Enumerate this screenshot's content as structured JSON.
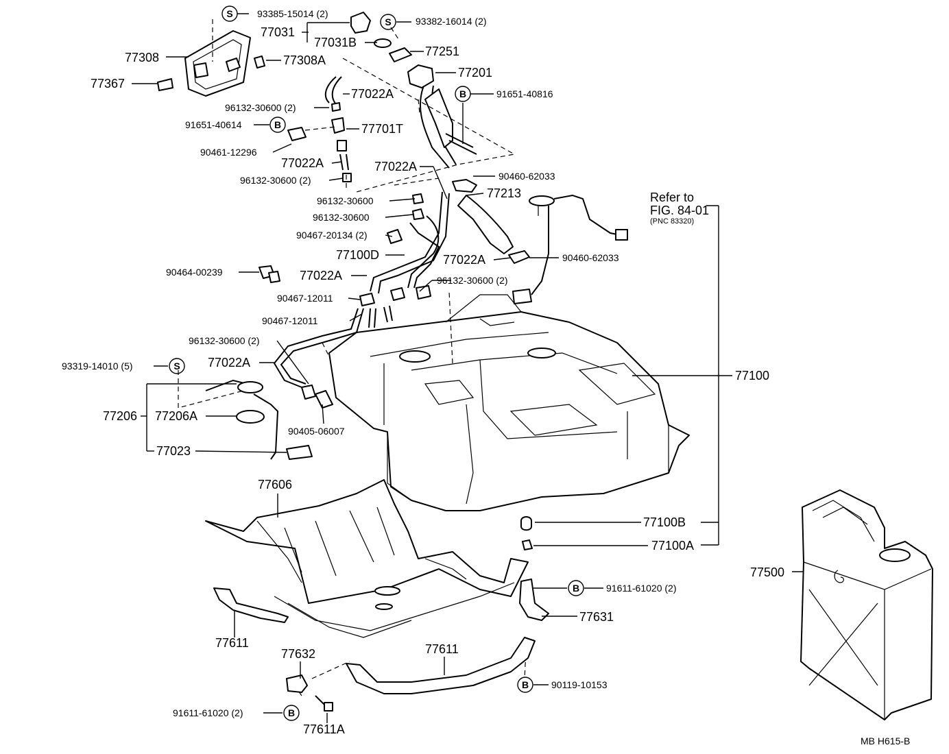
{
  "labels": {
    "p93385": "93385-15014 (2)",
    "p93382": "93382-16014 (2)",
    "p77031": "77031",
    "p77031b": "77031B",
    "p77251": "77251",
    "p77308": "77308",
    "p77308a": "77308A",
    "p77201": "77201",
    "p77367": "77367",
    "p77022a_1": "77022A",
    "p91651_40816": "91651-40816",
    "p96132_1": "96132-30600 (2)",
    "p91651_40614": "91651-40614",
    "p77701t": "77701T",
    "p90461": "90461-12296",
    "p77022a_2": "77022A",
    "p77022a_3": "77022A",
    "p90460_1": "90460-62033",
    "p96132_2": "96132-30600 (2)",
    "p77213": "77213",
    "p96132_3": "96132-30600",
    "p96132_4": "96132-30600",
    "p90467_20134": "90467-20134 (2)",
    "p77100d": "77100D",
    "p77022a_4": "77022A",
    "p90460_2": "90460-62033",
    "p90464": "90464-00239",
    "p77022a_5": "77022A",
    "p96132_5": "96132-30600 (2)",
    "p90467_12011_1": "90467-12011",
    "p90467_12011_2": "90467-12011",
    "p96132_6": "96132-30600 (2)",
    "p77022a_6": "77022A",
    "p93319": "93319-14010 (5)",
    "p77100": "77100",
    "p77206": "77206",
    "p77206a": "77206A",
    "p90405": "90405-06007",
    "p77023": "77023",
    "p77606": "77606",
    "p77100b": "77100B",
    "p77100a": "77100A",
    "p91611_1": "91611-61020 (2)",
    "p77631": "77631",
    "p77500": "77500",
    "p77611_1": "77611",
    "p77632": "77632",
    "p77611_2": "77611",
    "p90119": "90119-10153",
    "p91611_2": "91611-61020 (2)",
    "p77611a": "77611A",
    "refer1": "Refer to",
    "refer2": "FIG. 84-01",
    "refer3": "(PNC 83320)",
    "footer": "MB  H615-B"
  },
  "symbols": {
    "s": "S",
    "b": "B"
  }
}
